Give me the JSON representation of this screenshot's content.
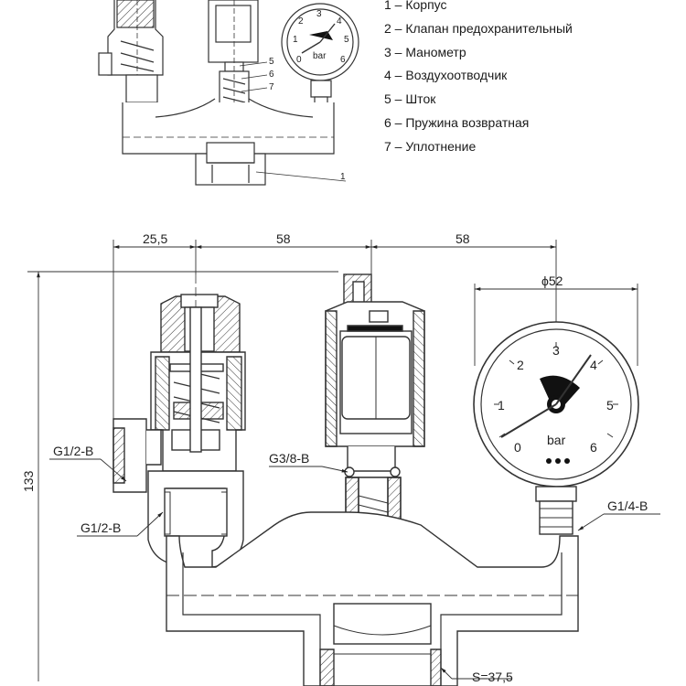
{
  "legend": [
    {
      "text": "1 – Корпус"
    },
    {
      "text": "2 – Клапан предохранительный"
    },
    {
      "text": "3 – Манометр"
    },
    {
      "text": "4 – Воздухоотводчик"
    },
    {
      "text": "5 – Шток"
    },
    {
      "text": "6 – Пружина возвратная"
    },
    {
      "text": "7 – Уплотнение"
    }
  ],
  "top_callouts": {
    "n1": "1",
    "n5": "5",
    "n6": "6",
    "n7": "7"
  },
  "dimensions": {
    "d1": "25,5",
    "d2": "58",
    "d3": "58",
    "gauge_diameter": "ϕ52",
    "height": "133",
    "wrench": "S=37,5"
  },
  "threads": {
    "valve_side": "G1/2-B",
    "valve_bottom": "G1/2-B",
    "vent": "G3/8-B",
    "gauge": "G1/4-B"
  },
  "gauge": {
    "unit": "bar",
    "scale": [
      "0",
      "1",
      "2",
      "3",
      "4",
      "5",
      "6"
    ]
  },
  "small_gauge": {
    "unit": "bar",
    "scale": [
      "0",
      "1",
      "2",
      "3",
      "4",
      "5",
      "6"
    ]
  }
}
